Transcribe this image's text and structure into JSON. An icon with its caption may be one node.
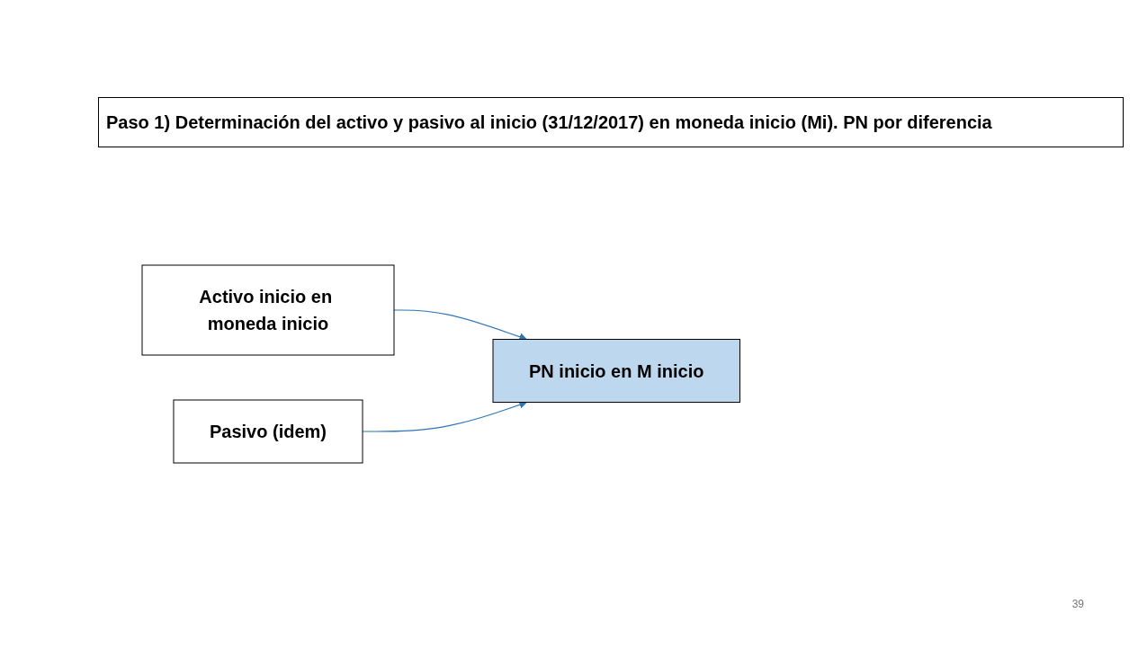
{
  "diagram": {
    "title": "Paso 1) Determinación del activo y pasivo al inicio (31/12/2017) en moneda inicio (Mi). PN por diferencia",
    "nodes": [
      {
        "text": [
          "Activo inicio en moneda inicio"
        ]
      },
      {
        "text": [
          "Pasivo (idem)"
        ]
      },
      {
        "text": [
          "PN inicio en M inicio"
        ]
      }
    ],
    "edges": [
      {
        "from": 0,
        "to": 2,
        "arrow": "to"
      },
      {
        "from": 1,
        "to": 2,
        "arrow": "to"
      }
    ],
    "labels": [
      "39"
    ]
  }
}
